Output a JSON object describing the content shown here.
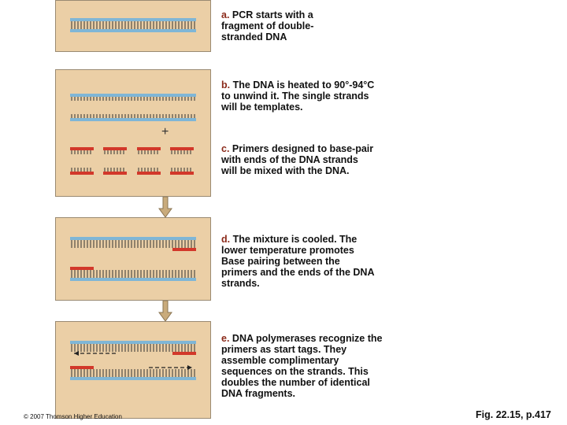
{
  "steps": [
    {
      "letter": "a.",
      "text": " PCR starts with a fragment of double-stranded DNA"
    },
    {
      "letter": "b.",
      "text": " The DNA is heated to 90°-94°C to unwind it. The single strands will be templates."
    },
    {
      "letter": "c.",
      "text": " Primers designed to base-pair with ends of the DNA strands will be mixed with the DNA."
    },
    {
      "letter": "d.",
      "text": " The mixture is cooled. The lower temperature promotes Base pairing between the primers and the ends of the DNA strands."
    },
    {
      "letter": "e.",
      "text": " DNA polymerases recognize the primers as start tags. They assemble complimentary sequences on the strands. This doubles the number of identical DNA fragments."
    }
  ],
  "plus_sign": "+",
  "copyright": "© 2007 Thomson Higher Education",
  "figure_ref": "Fig. 22.15, p.417",
  "colors": {
    "panel": "#ebcfa6",
    "dna_strand": "#7fb6d6",
    "primer": "#d2382a",
    "arrow": "#c9ab7c",
    "letter": "#8b2a1a"
  }
}
